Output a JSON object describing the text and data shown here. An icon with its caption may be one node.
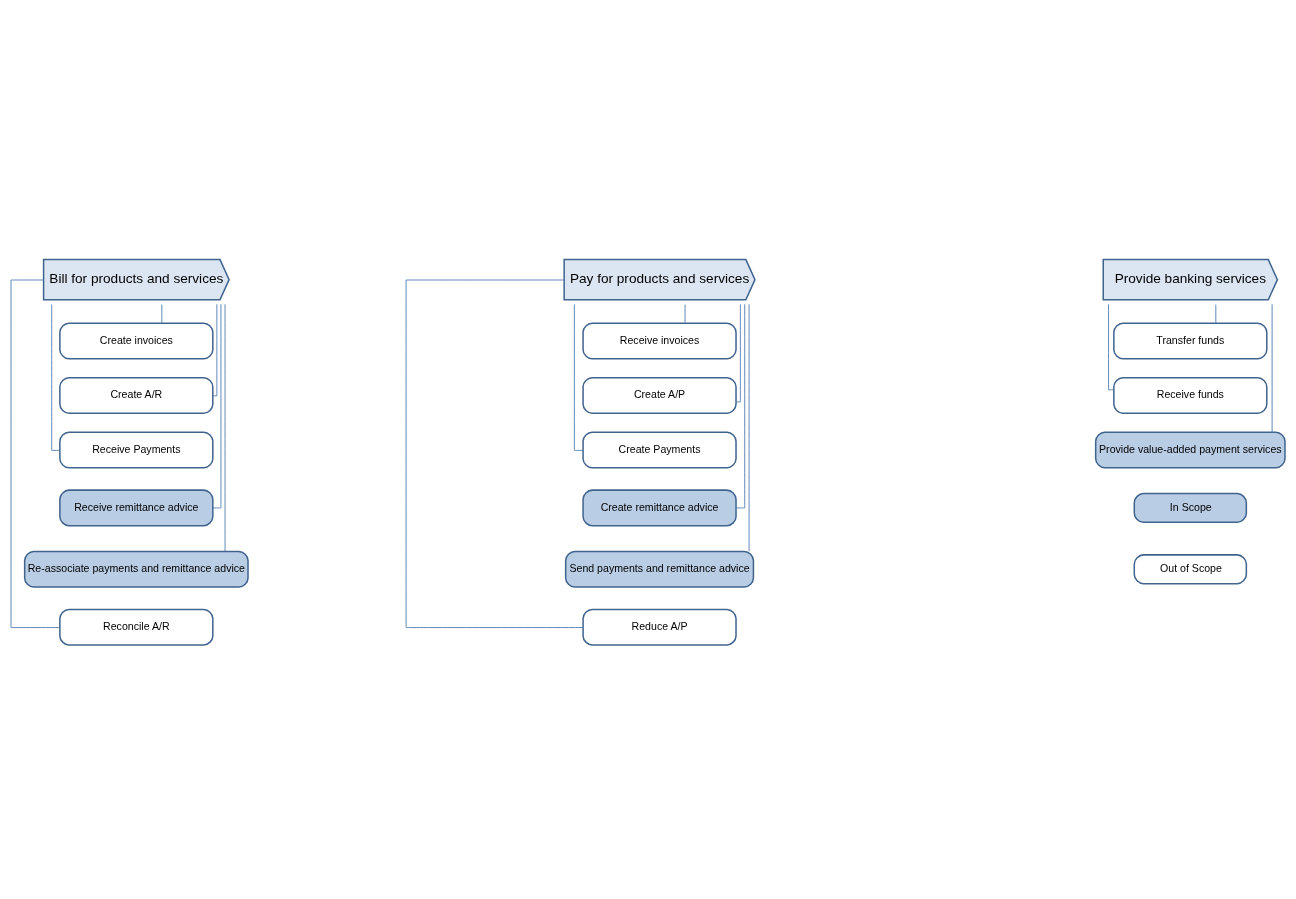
{
  "diagram": {
    "nodes": [
      {
        "text": [
          "Bill for products and services"
        ]
      },
      {
        "text": [
          "Create invoices"
        ]
      },
      {
        "text": [
          "Create A/R"
        ]
      },
      {
        "text": [
          "Receive Payments"
        ]
      },
      {
        "text": [
          "Receive remittance advice"
        ]
      },
      {
        "text": [
          "Re-associate payments and remittance advice"
        ]
      },
      {
        "text": [
          "Reconcile A/R"
        ]
      },
      {
        "text": [
          "Pay for products and services"
        ]
      },
      {
        "text": [
          "Receive invoices"
        ]
      },
      {
        "text": [
          "Create A/P"
        ]
      },
      {
        "text": [
          "Create Payments"
        ]
      },
      {
        "text": [
          "Create remittance advice"
        ]
      },
      {
        "text": [
          "Send payments and remittance advice"
        ]
      },
      {
        "text": [
          "Reduce A/P"
        ]
      },
      {
        "text": [
          "Provide banking services"
        ]
      },
      {
        "text": [
          "Transfer funds"
        ]
      },
      {
        "text": [
          "Receive funds"
        ]
      },
      {
        "text": [
          "Provide value-added payment services"
        ]
      }
    ],
    "edges": [
      {
        "from": 0,
        "to": 1,
        "arrow": "none"
      },
      {
        "from": 0,
        "to": 2,
        "arrow": "none"
      },
      {
        "from": 0,
        "to": 3,
        "arrow": "none"
      },
      {
        "from": 0,
        "to": 4,
        "arrow": "none"
      },
      {
        "from": 0,
        "to": 5,
        "arrow": "none"
      },
      {
        "from": 0,
        "to": 6,
        "arrow": "none"
      },
      {
        "from": 7,
        "to": 8,
        "arrow": "none"
      },
      {
        "from": 7,
        "to": 9,
        "arrow": "none"
      },
      {
        "from": 7,
        "to": 10,
        "arrow": "none"
      },
      {
        "from": 7,
        "to": 11,
        "arrow": "none"
      },
      {
        "from": 7,
        "to": 12,
        "arrow": "none"
      },
      {
        "from": 7,
        "to": 13,
        "arrow": "none"
      },
      {
        "from": 14,
        "to": 15,
        "arrow": "none"
      },
      {
        "from": 14,
        "to": 16,
        "arrow": "none"
      },
      {
        "from": 14,
        "to": 17,
        "arrow": "none"
      }
    ],
    "legend": [
      {
        "text": "In Scope",
        "color": "#b9cde5"
      },
      {
        "text": "Out of Scope",
        "color": "#ffffff"
      }
    ]
  }
}
